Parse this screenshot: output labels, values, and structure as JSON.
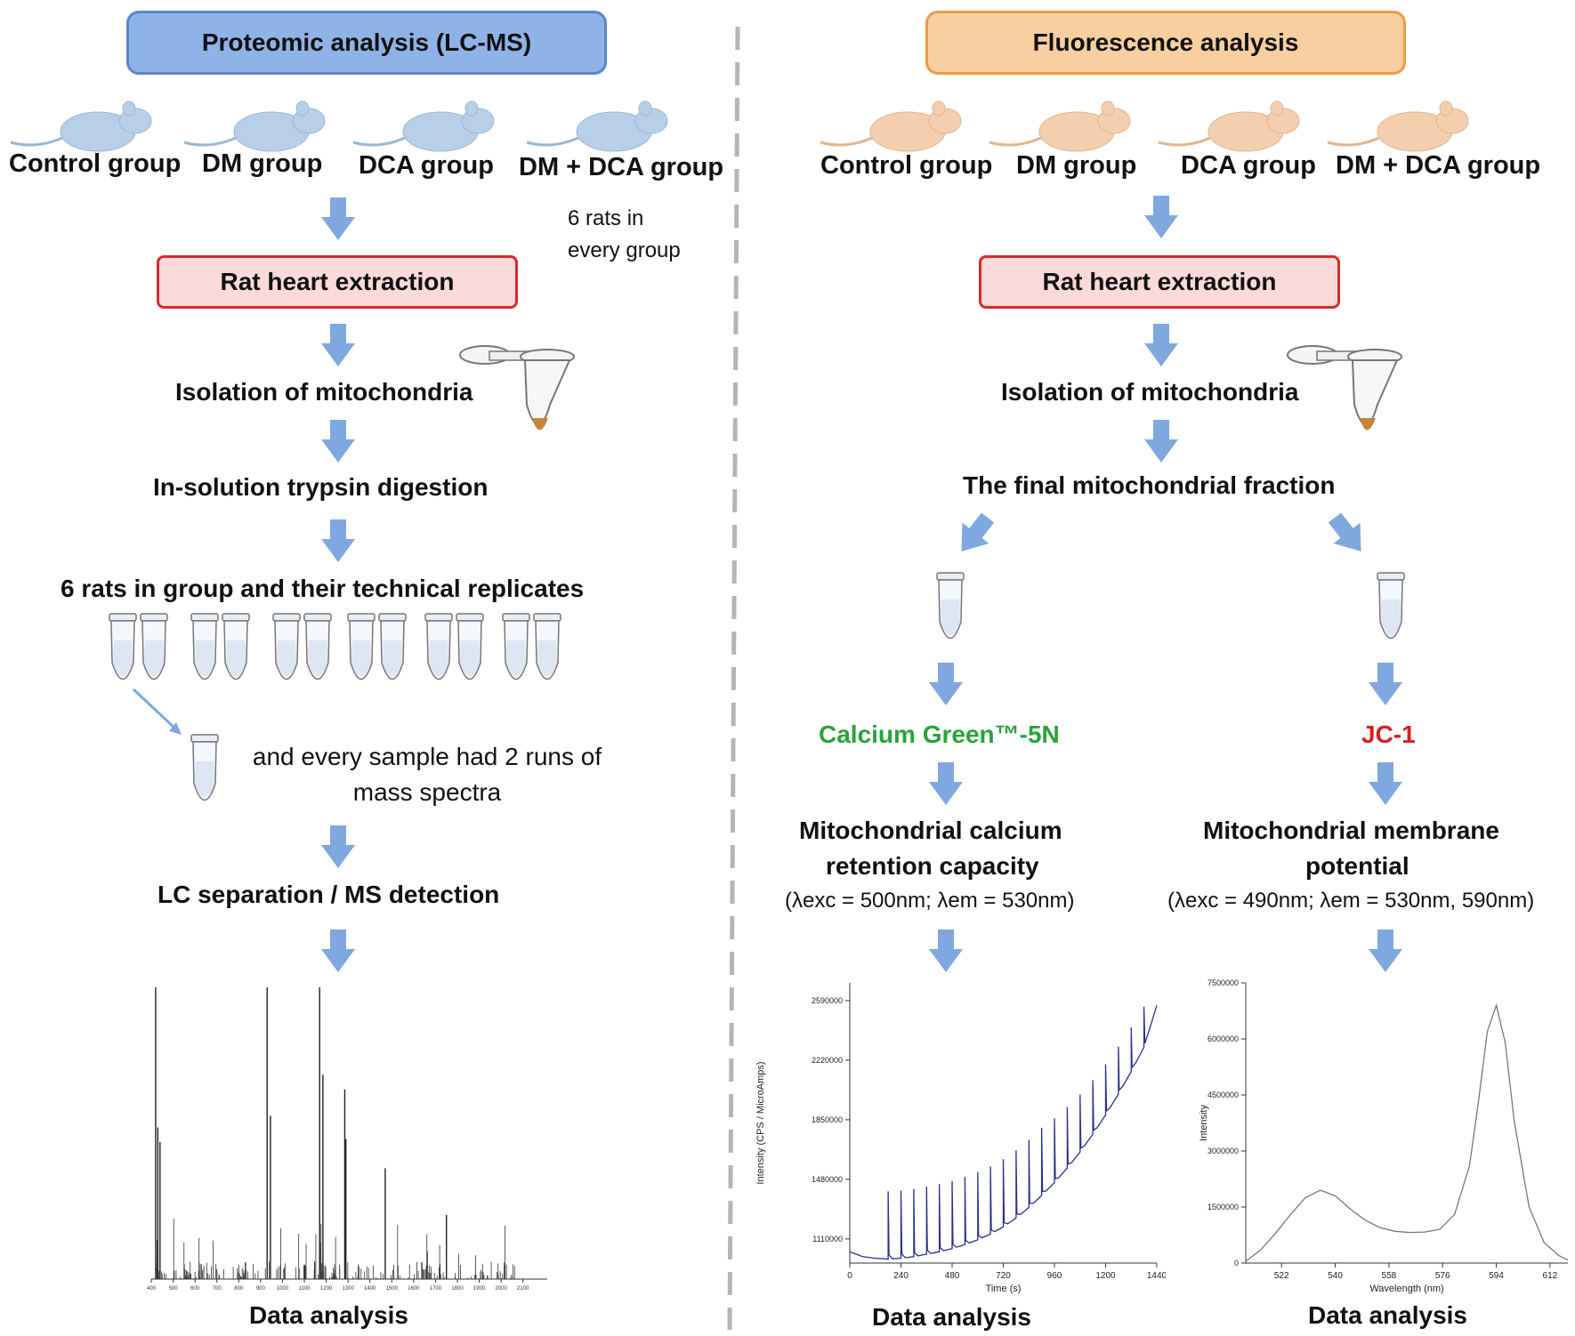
{
  "left": {
    "header": "Proteomic analysis (LC-MS)",
    "groups": [
      "Control group",
      "DM group",
      "DCA group",
      "DM + DCA group"
    ],
    "rats_note_line1": "6 rats in",
    "rats_note_line2": "every group",
    "extraction": "Rat heart extraction",
    "isolation": "Isolation of mitochondria",
    "digestion": "In-solution trypsin digestion",
    "replicates": "6 rats in group and their technical replicates",
    "runs_line1": "and every sample had 2 runs of",
    "runs_line2": "mass spectra",
    "lcms": "LC separation / MS detection",
    "data_analysis": "Data analysis"
  },
  "right": {
    "header": "Fluorescence  analysis",
    "groups": [
      "Control group",
      "DM group",
      "DCA group",
      "DM + DCA group"
    ],
    "extraction": "Rat heart extraction",
    "isolation": "Isolation of mitochondria",
    "fraction": "The final mitochondrial fraction",
    "dye_left": "Calcium Green™-5N",
    "dye_right": "JC-1",
    "measure_left_line1": "Mitochondrial calcium",
    "measure_left_line2": "retention capacity",
    "measure_left_params": "(λexc = 500nm; λem = 530nm)",
    "measure_right_line1": "Mitochondrial membrane",
    "measure_right_line2": "potential",
    "measure_right_params": "(λexc = 490nm; λem = 530nm, 590nm)",
    "data_analysis_left": "Data analysis",
    "data_analysis_right": "Data analysis"
  },
  "colors": {
    "blue_header": "#8fb3e6",
    "orange_header": "#f8cfa0",
    "red_box_border": "#d62b2b",
    "arrow": "#7fa8e0",
    "calcium_green": "#2aa33a",
    "jc1_red": "#d62020",
    "rat_blue": "#b8cfe8",
    "rat_orange": "#f3cfb0"
  },
  "chart_data": [
    {
      "type": "bar",
      "title": "",
      "xlabel": "",
      "ylabel": "",
      "x_ticks": [
        "400",
        "500",
        "600",
        "700",
        "800",
        "900",
        "1000",
        "1100",
        "1200",
        "1300",
        "1400",
        "1500",
        "1600",
        "1700",
        "1800",
        "1900",
        "2000",
        "2100"
      ],
      "peaks": [
        {
          "x": 420,
          "y": 100
        },
        {
          "x": 430,
          "y": 52
        },
        {
          "x": 440,
          "y": 47
        },
        {
          "x": 930,
          "y": 100
        },
        {
          "x": 945,
          "y": 56
        },
        {
          "x": 1170,
          "y": 100
        },
        {
          "x": 1185,
          "y": 70
        },
        {
          "x": 1285,
          "y": 65
        },
        {
          "x": 1290,
          "y": 48
        },
        {
          "x": 1470,
          "y": 38
        },
        {
          "x": 1750,
          "y": 22
        }
      ]
    },
    {
      "type": "line",
      "xlabel": "Time (s)",
      "ylabel": "Intensity (CPS / MicroAmps)",
      "x_ticks": [
        "0",
        "240",
        "480",
        "720",
        "960",
        "1200",
        "1440"
      ],
      "y_ticks": [
        "1110000",
        "1480000",
        "1850000",
        "2220000",
        "2590000"
      ],
      "xlim": [
        0,
        1440
      ],
      "ylim": [
        960000,
        2700000
      ],
      "x": [
        0,
        60,
        120,
        180,
        240,
        300,
        360,
        420,
        480,
        540,
        600,
        660,
        720,
        780,
        840,
        900,
        960,
        1020,
        1080,
        1140,
        1200,
        1260,
        1320,
        1380,
        1440
      ],
      "y": [
        1030000,
        1000000,
        990000,
        985000,
        990000,
        1000000,
        1015000,
        1030000,
        1050000,
        1075000,
        1105000,
        1140000,
        1185000,
        1240000,
        1305000,
        1380000,
        1460000,
        1550000,
        1650000,
        1760000,
        1880000,
        2010000,
        2150000,
        2300000,
        2560000
      ]
    },
    {
      "type": "line",
      "xlabel": "Wavelength (nm)",
      "ylabel": "Intensity",
      "x_ticks": [
        "522",
        "540",
        "558",
        "576",
        "594",
        "612"
      ],
      "y_ticks": [
        "0",
        "1500000",
        "3000000",
        "4500000",
        "6000000",
        "7500000"
      ],
      "xlim": [
        510,
        618
      ],
      "ylim": [
        0,
        7500000
      ],
      "x": [
        510,
        515,
        520,
        525,
        530,
        535,
        540,
        545,
        550,
        555,
        560,
        565,
        570,
        575,
        580,
        585,
        588,
        591,
        594,
        597,
        600,
        605,
        610,
        615,
        618
      ],
      "y": [
        50000,
        350000,
        800000,
        1300000,
        1750000,
        1950000,
        1800000,
        1450000,
        1150000,
        950000,
        850000,
        820000,
        830000,
        900000,
        1300000,
        2600000,
        4300000,
        6200000,
        6900000,
        5900000,
        3800000,
        1500000,
        550000,
        200000,
        80000
      ]
    }
  ]
}
